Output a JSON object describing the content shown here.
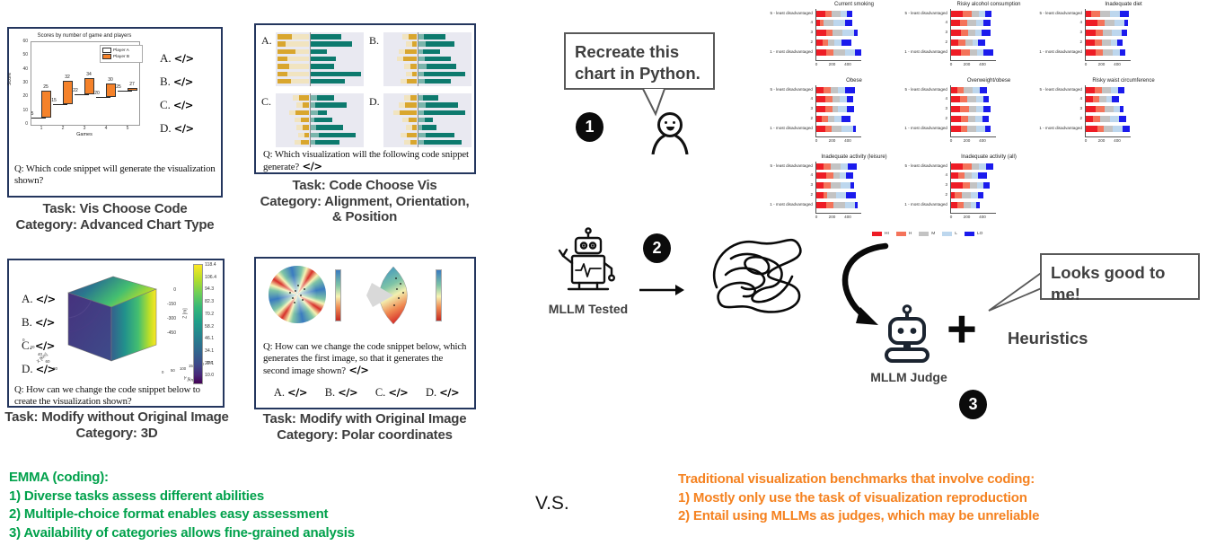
{
  "colors": {
    "navy_border": "#24365e",
    "caption": "#3d3d3d",
    "green": "#00a14b",
    "orange_text": "#f58220",
    "orange_bar": "#f5822a",
    "teal_dark": "#0d7a6e",
    "teal_light": "#7ab5ac",
    "gold": "#d9a62e",
    "gold_pale": "#f1e4c0"
  },
  "options": {
    "letters": [
      "A.",
      "B.",
      "C.",
      "D."
    ],
    "glyph": "</>"
  },
  "panels": [
    {
      "task": "Task: Vis Choose Code",
      "category": "Category: Advanced Chart Type",
      "q": [
        "Q: Which code snippet will generate the visualization",
        "shown?"
      ],
      "q_glyph": false
    },
    {
      "task": "Task: Code Choose Vis",
      "category": "Category: Alignment, Orientation,\n& Position",
      "q": [
        "Q: Which visualization will the following code snippet",
        "generate?"
      ],
      "q_glyph": true
    },
    {
      "task": "Task: Modify without Original Image",
      "category": "Category: 3D",
      "q": [
        "Q: How can we change the code snippet below to",
        "create the visualization shown?"
      ],
      "q_glyph": false,
      "axes3d": {
        "colorbar_ticks": [
          "118.4",
          "106.4",
          "94.3",
          "82.3",
          "70.2",
          "58.2",
          "46.1",
          "34.1",
          "22.1",
          "10.0"
        ],
        "z_ticks": [
          "0",
          "-150",
          "-300",
          "-450"
        ],
        "zlabel": "Z [m]",
        "xlabel": "X [km]",
        "x_ticks": [
          "0",
          "20",
          "40",
          "60",
          "80"
        ],
        "ylabel": "Y [km]",
        "y_ticks": [
          "0",
          "50",
          "100",
          "150",
          "200",
          "250"
        ]
      }
    },
    {
      "task": "Task: Modify with Original Image",
      "category": "Category: Polar coordinates",
      "q": [
        "Q: How can we change the code snippet below, which",
        "generates the first image, so that it generates the",
        "second image shown?"
      ],
      "q_glyph": true
    }
  ],
  "p1_chart": {
    "title": "Scores by number of game and players",
    "legend": [
      "Player A",
      "Player B"
    ],
    "ylabel": "Score",
    "xlabel": "Games",
    "yticks": [
      0,
      10,
      20,
      30,
      40,
      50,
      60
    ],
    "xticks": [
      "1",
      "2",
      "3",
      "4",
      "5"
    ],
    "player_a": [
      5,
      15,
      22,
      20,
      25
    ],
    "player_b": [
      25,
      32,
      34,
      30,
      27
    ]
  },
  "p2_charts": [
    {
      "label": "A.",
      "align": "left",
      "gold": [
        16,
        9,
        20,
        11,
        13,
        11,
        15
      ],
      "tlight": [
        0,
        0,
        0,
        0,
        0,
        0,
        0
      ],
      "teal": [
        34,
        46,
        18,
        28,
        26,
        56,
        38
      ]
    },
    {
      "label": "B.",
      "align": "divider",
      "gold": [
        9,
        5,
        13,
        15,
        7,
        5,
        11
      ],
      "tlight": [
        6,
        8,
        5,
        7,
        9,
        6,
        7
      ],
      "teal": [
        30,
        40,
        24,
        36,
        42,
        52,
        36
      ]
    },
    {
      "label": "C.",
      "align": "divider",
      "gold": [
        11,
        7,
        15,
        9,
        7,
        5,
        9
      ],
      "tlight": [
        7,
        5,
        8,
        4,
        6,
        9,
        5
      ],
      "teal": [
        26,
        40,
        18,
        24,
        36,
        50,
        32
      ]
    },
    {
      "label": "D.",
      "align": "divider",
      "gold": [
        7,
        13,
        19,
        9,
        5,
        11,
        7
      ],
      "tlight": [
        5,
        8,
        6,
        7,
        4,
        8,
        6
      ],
      "teal": [
        22,
        44,
        52,
        16,
        20,
        40,
        48
      ]
    }
  ],
  "flow": {
    "bubble1": "Recreate this\nchart in Python.",
    "step1": "1",
    "step2": "2",
    "step3": "3",
    "mllm_tested": "MLLM Tested",
    "mllm_judge": "MLLM Judge",
    "plus": "+",
    "heuristics": "Heuristics",
    "bubble2": "Looks good to me!"
  },
  "mini_grid": {
    "colors": [
      "#ee1c25",
      "#f4735a",
      "#c3c3c3",
      "#bdd7ee",
      "#1b1bed"
    ],
    "legend": [
      "HI",
      "H",
      "M",
      "L",
      "LO"
    ],
    "ycats": [
      "5 - least disadvantaged",
      "4",
      "3",
      "2",
      "1 - most disadvantaged"
    ],
    "xticks": [
      "0",
      "200",
      "400"
    ],
    "charts": [
      {
        "title": "Current smoking",
        "bars": [
          [
            10,
            7,
            10,
            7,
            6
          ],
          [
            4,
            4,
            11,
            13,
            8
          ],
          [
            11,
            7,
            11,
            13,
            4
          ],
          [
            7,
            6,
            7,
            8,
            11
          ],
          [
            11,
            8,
            13,
            11,
            7
          ]
        ]
      },
      {
        "title": "Risky alcohol consumption",
        "bars": [
          [
            13,
            10,
            8,
            7,
            7
          ],
          [
            10,
            8,
            10,
            8,
            8
          ],
          [
            11,
            8,
            8,
            7,
            10
          ],
          [
            8,
            8,
            8,
            6,
            8
          ],
          [
            11,
            10,
            8,
            7,
            11
          ]
        ]
      },
      {
        "title": "Inadequate diet",
        "bars": [
          [
            6,
            10,
            11,
            11,
            10
          ],
          [
            13,
            8,
            11,
            11,
            4
          ],
          [
            11,
            8,
            10,
            11,
            6
          ],
          [
            10,
            8,
            10,
            7,
            6
          ],
          [
            11,
            8,
            11,
            8,
            6
          ]
        ]
      },
      {
        "title": "Obese",
        "bars": [
          [
            8,
            8,
            8,
            8,
            11
          ],
          [
            10,
            8,
            8,
            8,
            7
          ],
          [
            10,
            8,
            6,
            10,
            8
          ],
          [
            6,
            7,
            7,
            8,
            10
          ],
          [
            10,
            7,
            11,
            13,
            3
          ]
        ]
      },
      {
        "title": "Overweight/obese",
        "bars": [
          [
            7,
            7,
            10,
            8,
            8
          ],
          [
            10,
            8,
            10,
            8,
            6
          ],
          [
            10,
            10,
            8,
            8,
            8
          ],
          [
            11,
            8,
            8,
            8,
            7
          ],
          [
            11,
            7,
            10,
            10,
            6
          ]
        ]
      },
      {
        "title": "Risky waist circumference",
        "bars": [
          [
            10,
            8,
            10,
            8,
            7
          ],
          [
            8,
            7,
            8,
            6,
            8
          ],
          [
            11,
            10,
            10,
            7,
            4
          ],
          [
            8,
            8,
            11,
            10,
            8
          ],
          [
            13,
            7,
            10,
            11,
            8
          ]
        ]
      },
      {
        "title": "Inadequate activity (leisure)",
        "bars": [
          [
            8,
            8,
            11,
            8,
            10
          ],
          [
            11,
            8,
            7,
            7,
            8
          ],
          [
            8,
            8,
            11,
            11,
            4
          ],
          [
            8,
            4,
            10,
            11,
            11
          ],
          [
            11,
            8,
            13,
            11,
            3
          ]
        ]
      },
      {
        "title": "Inadequate activity (all)",
        "bars": [
          [
            13,
            10,
            8,
            8,
            8
          ],
          [
            8,
            7,
            8,
            7,
            10
          ],
          [
            13,
            8,
            8,
            7,
            7
          ],
          [
            4,
            8,
            10,
            8,
            6
          ],
          [
            7,
            7,
            8,
            6,
            4
          ]
        ]
      }
    ]
  },
  "comparison": {
    "left_text": "EMMA (coding):\n1) Diverse tasks assess different abilities\n2) Multiple-choice format enables easy assessment\n3) Availability of categories allows fine-grained analysis",
    "vs": "V.S.",
    "right_text": "Traditional visualization benchmarks that involve coding:\n1) Mostly only use the task of visualization reproduction\n2) Entail using MLLMs as judges, which may be unreliable"
  },
  "chart_data": [
    {
      "type": "bar",
      "subtype": "floating-range-bars",
      "title": "Scores by number of game and players",
      "xlabel": "Games",
      "ylabel": "Score",
      "ylim": [
        0,
        60
      ],
      "categories": [
        "1",
        "2",
        "3",
        "4",
        "5"
      ],
      "series": [
        {
          "name": "Player A",
          "values": [
            5,
            15,
            22,
            20,
            25
          ]
        },
        {
          "name": "Player B",
          "values": [
            25,
            32,
            34,
            30,
            27
          ]
        }
      ],
      "legend_position": "upper right"
    },
    {
      "type": "bar",
      "subtype": "horizontal-stacked-small-multiples",
      "titles": [
        "Current smoking",
        "Risky alcohol consumption",
        "Inadequate diet",
        "Obese",
        "Overweight/obese",
        "Risky waist circumference",
        "Inadequate activity (leisure)",
        "Inadequate activity (all)"
      ],
      "categories": [
        "5 - least disadvantaged",
        "4",
        "3",
        "2",
        "1 - most disadvantaged"
      ],
      "xticks": [
        0,
        200,
        400
      ],
      "legend": [
        "HI",
        "H",
        "M",
        "L",
        "LO"
      ],
      "series_colors": [
        "#ee1c25",
        "#f4735a",
        "#c3c3c3",
        "#bdd7ee",
        "#1b1bed"
      ]
    },
    {
      "type": "heatmap",
      "subtype": "3d-surface-box",
      "colorbar_range": [
        10.0,
        118.4
      ],
      "colorbar_ticks": [
        118.4,
        106.4,
        94.3,
        82.3,
        70.2,
        58.2,
        46.1,
        34.1,
        22.1,
        10.0
      ],
      "axes": {
        "x": "X [km]",
        "y": "Y [km]",
        "z": "Z [m]"
      }
    },
    {
      "type": "heatmap",
      "subtype": "polar-contour-pair",
      "colormap": "spectral"
    }
  ]
}
